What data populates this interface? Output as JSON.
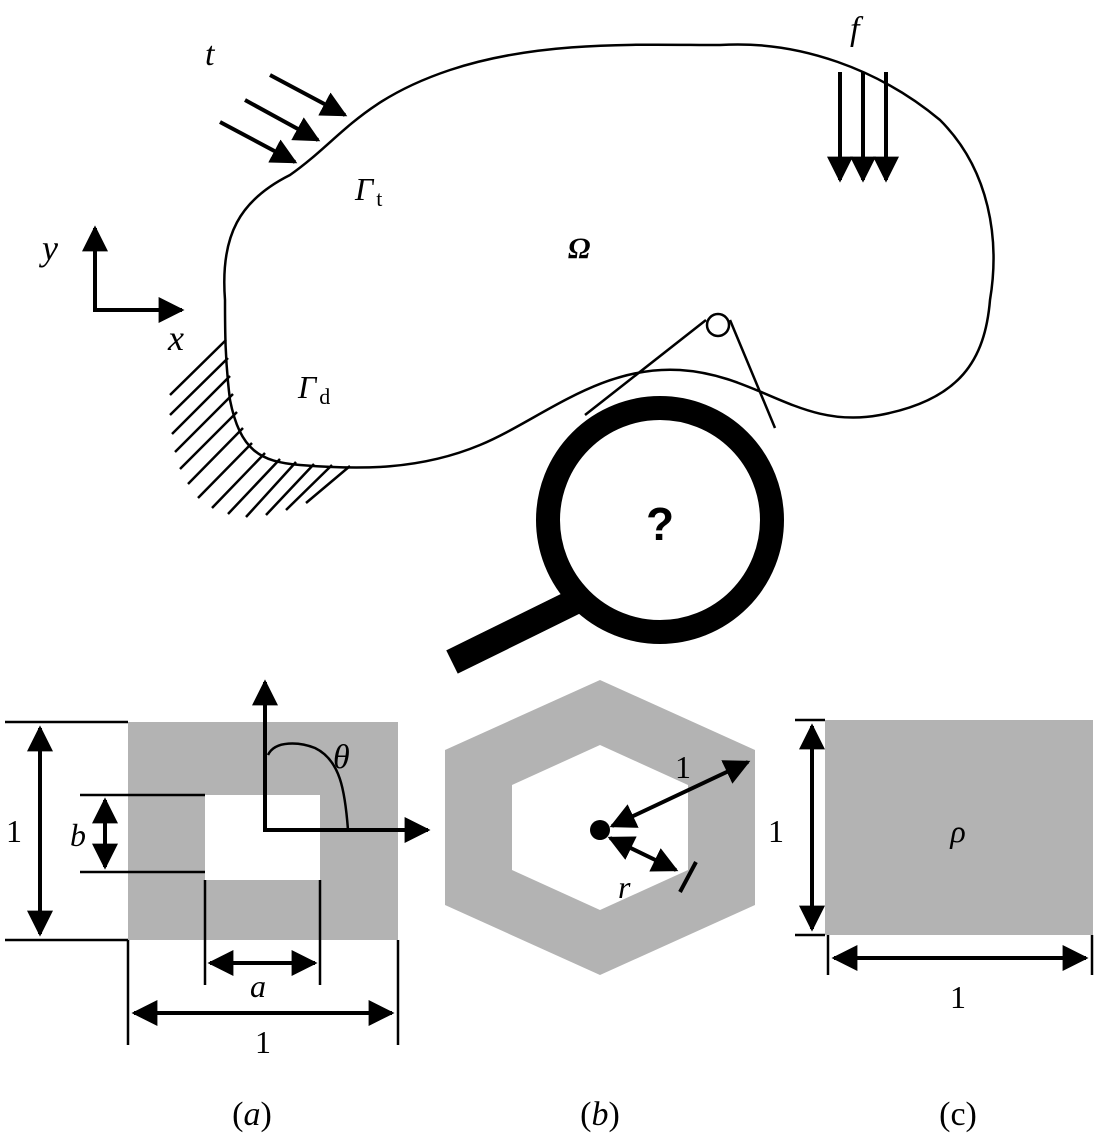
{
  "domain_labels": {
    "traction": "t",
    "body_force": "f",
    "traction_boundary": "Γ",
    "traction_boundary_sub": "t",
    "domain": "Ω",
    "dirichlet_boundary": "Γ",
    "dirichlet_boundary_sub": "d",
    "axis_y": "y",
    "axis_x": "x",
    "unknown": "?"
  },
  "panel_a": {
    "theta": "θ",
    "b": "b",
    "a": "a",
    "height": "1",
    "width": "1",
    "caption": "(a)"
  },
  "panel_b": {
    "one": "1",
    "r": "r",
    "caption": "(b)"
  },
  "panel_c": {
    "rho": "ρ",
    "height": "1",
    "width": "1",
    "caption": "(c)"
  },
  "colors": {
    "material": "#b3b3b3",
    "ink": "#000000"
  }
}
